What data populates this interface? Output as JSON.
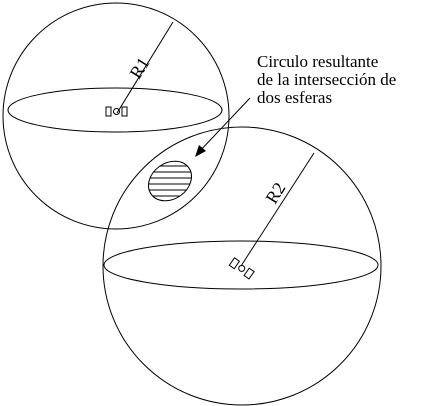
{
  "annotation": {
    "lines": [
      "Circulo resultante",
      "de la intersección de",
      "dos esferas"
    ]
  },
  "radius_labels": {
    "r1": "R1",
    "r2": "R2"
  },
  "colors": {
    "stroke": "#000000",
    "background": "#ffffff"
  },
  "icons": {
    "satellite": "satellite-icon",
    "arrow": "arrowhead-icon"
  }
}
